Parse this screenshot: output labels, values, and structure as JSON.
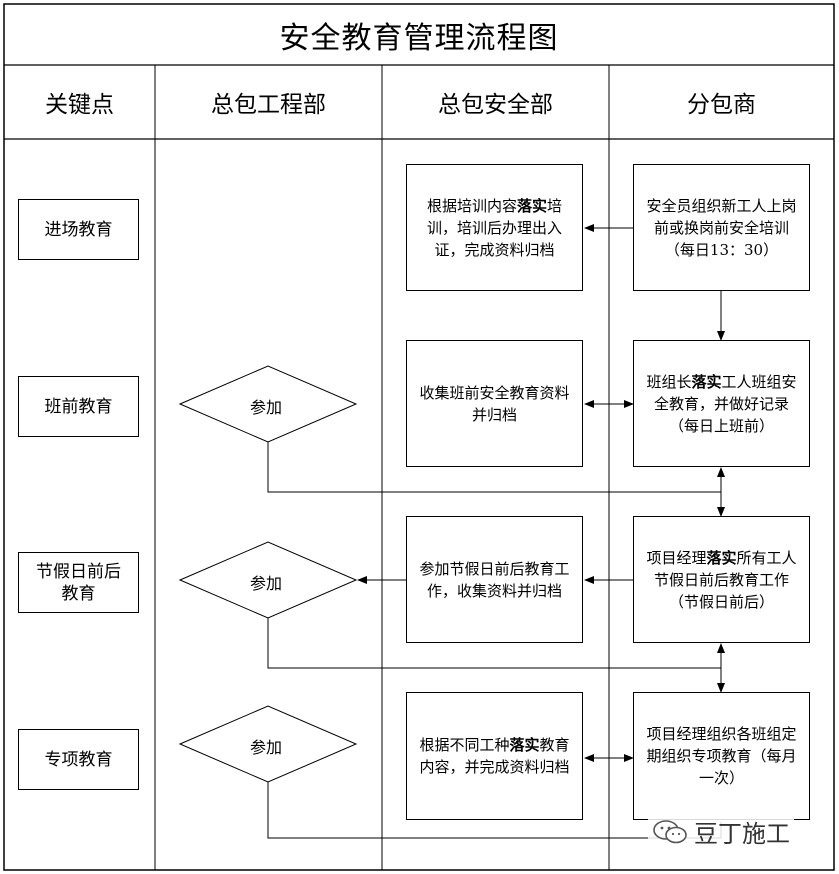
{
  "title": "安全教育管理流程图",
  "headers": [
    "关键点",
    "总包工程部",
    "总包安全部",
    "分包商"
  ],
  "key_points": [
    "进场教育",
    "班前教育",
    "节假日前后教育",
    "专项教育"
  ],
  "safety_dept_boxes": [
    {
      "before": "根据培训内容",
      "em": "落实",
      "after": "培训，培训后办理出入证，完成资料归档"
    },
    {
      "before": "收集班前安全教育资料并归档",
      "em": "",
      "after": ""
    },
    {
      "before": "参加节假日前后教育工作，收集资料并归档",
      "em": "",
      "after": ""
    },
    {
      "before": "根据不同工种",
      "em": "落实",
      "after": "教育内容，并完成资料归档"
    }
  ],
  "subcontractor_boxes": [
    {
      "before": "安全员组织新工人上岗前或换岗前安全培训（每日13：30）",
      "em": "",
      "after": ""
    },
    {
      "before": "班组长",
      "em": "落实",
      "after": "工人班组安全教育，并做好记录（每日上班前）"
    },
    {
      "before": "项目经理",
      "em": "落实",
      "after": "所有工人节假日前后教育工作（节假日前后）"
    },
    {
      "before": "项目经理组织各班组定期组织专项教育（每月一次）",
      "em": "",
      "after": ""
    }
  ],
  "diamond_label": "参加",
  "watermark": "豆丁施工",
  "watermark_icon": "wechat-icon"
}
